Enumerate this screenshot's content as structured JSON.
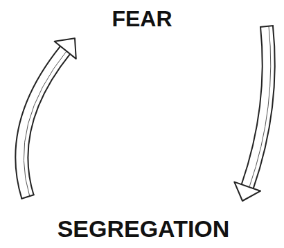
{
  "diagram": {
    "nodes": [
      {
        "text": [
          "FEAR"
        ]
      },
      {
        "text": [
          "SEGREGATION"
        ]
      }
    ],
    "edges": [
      {
        "from": 1,
        "to": 0,
        "arrow": "to"
      },
      {
        "from": 0,
        "to": 1,
        "arrow": "to"
      }
    ]
  }
}
